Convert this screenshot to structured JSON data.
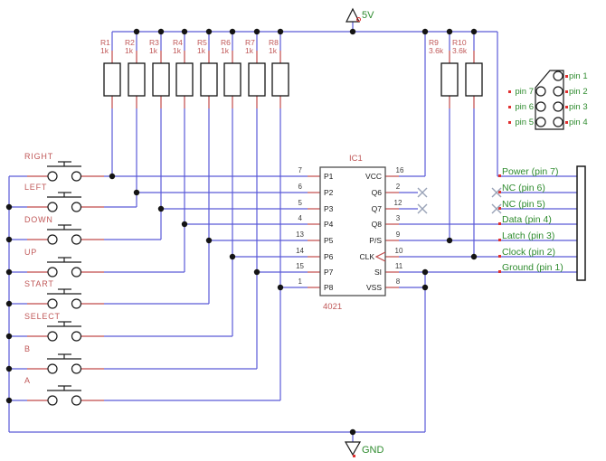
{
  "power": {
    "vcc_label": "5V",
    "gnd_label": "GND"
  },
  "resistors": [
    {
      "name": "R1",
      "value": "1k"
    },
    {
      "name": "R2",
      "value": "1k"
    },
    {
      "name": "R3",
      "value": "1k"
    },
    {
      "name": "R4",
      "value": "1k"
    },
    {
      "name": "R5",
      "value": "1k"
    },
    {
      "name": "R6",
      "value": "1k"
    },
    {
      "name": "R7",
      "value": "1k"
    },
    {
      "name": "R8",
      "value": "1k"
    },
    {
      "name": "R9",
      "value": "3.6k"
    },
    {
      "name": "R10",
      "value": "3.6k"
    }
  ],
  "buttons": [
    {
      "label": "RIGHT"
    },
    {
      "label": "LEFT"
    },
    {
      "label": "DOWN"
    },
    {
      "label": "UP"
    },
    {
      "label": "START"
    },
    {
      "label": "SELECT"
    },
    {
      "label": "B"
    },
    {
      "label": "A"
    }
  ],
  "ic": {
    "ref": "IC1",
    "part": "4021",
    "left_pins": [
      {
        "name": "P1",
        "number": "7"
      },
      {
        "name": "P2",
        "number": "6"
      },
      {
        "name": "P3",
        "number": "5"
      },
      {
        "name": "P4",
        "number": "4"
      },
      {
        "name": "P5",
        "number": "13"
      },
      {
        "name": "P6",
        "number": "14"
      },
      {
        "name": "P7",
        "number": "15"
      },
      {
        "name": "P8",
        "number": "1"
      }
    ],
    "right_pins": [
      {
        "name": "VCC",
        "number": "16"
      },
      {
        "name": "Q6",
        "number": "2"
      },
      {
        "name": "Q7",
        "number": "12"
      },
      {
        "name": "Q8",
        "number": "3"
      },
      {
        "name": "P/S",
        "number": "9"
      },
      {
        "name": "CLK",
        "number": "10"
      },
      {
        "name": "SI",
        "number": "11"
      },
      {
        "name": "VSS",
        "number": "8"
      }
    ]
  },
  "connector": {
    "pins": [
      {
        "label": "Power (pin 7)"
      },
      {
        "label": "NC (pin 6)"
      },
      {
        "label": "NC (pin 5)"
      },
      {
        "label": "Data (pin 4)"
      },
      {
        "label": "Latch (pin 3)"
      },
      {
        "label": "Clock (pin 2)"
      },
      {
        "label": "Ground (pin 1)"
      }
    ]
  },
  "pinout": {
    "left_labels": [
      "pin 7",
      "pin 6",
      "pin 5"
    ],
    "right_labels": [
      "pin 1",
      "pin 2",
      "pin 3",
      "pin 4"
    ]
  },
  "colors": {
    "wire_blue": "#5a5ad8",
    "symbol_red": "#c04a4a",
    "label_red": "#c05858",
    "text_green": "#2e8b2e",
    "marker_red": "#e03030"
  }
}
